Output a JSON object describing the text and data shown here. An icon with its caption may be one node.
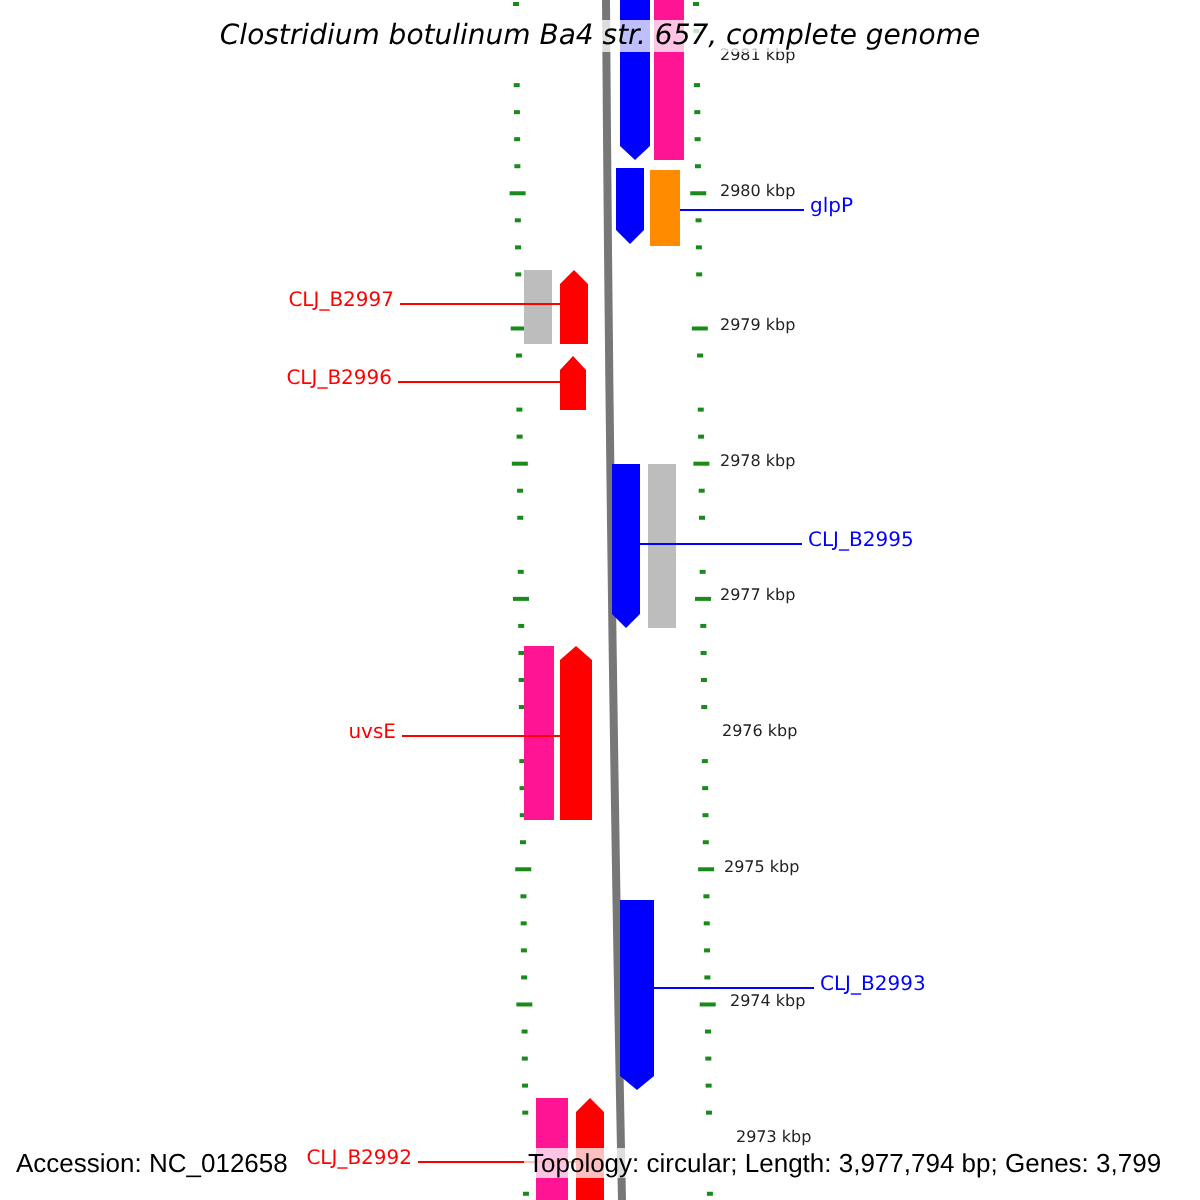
{
  "diagram": {
    "title": "Clostridium botulinum Ba4 str. 657, complete genome",
    "nodes": [
      {
        "text": [],
        "shape": "bar"
      },
      {
        "text": [],
        "shape": "bar"
      },
      {
        "text": [],
        "shape": "bar"
      },
      {
        "text": [],
        "shape": "bar"
      },
      {
        "text": [],
        "shape": "bar"
      },
      {
        "text": [],
        "shape": "bar"
      },
      {
        "text": [],
        "shape": "bar"
      },
      {
        "text": [],
        "shape": "bar"
      },
      {
        "text": [],
        "shape": "bar"
      },
      {
        "text": [],
        "shape": "bar"
      },
      {
        "text": [],
        "shape": "bar"
      },
      {
        "text": [],
        "shape": "bar"
      },
      {
        "text": [],
        "shape": "bar"
      },
      {
        "text": [],
        "shape": "bar"
      },
      {
        "text": [
          "glpP"
        ]
      },
      {
        "text": [
          "CLJ_B2997"
        ]
      },
      {
        "text": [
          "CLJ_B2996"
        ]
      },
      {
        "text": [
          "CLJ_B2995"
        ]
      },
      {
        "text": [
          "uvsE"
        ]
      },
      {
        "text": [
          "CLJ_B2993"
        ]
      },
      {
        "text": [
          "CLJ_B2992"
        ]
      }
    ],
    "edges": [
      {
        "from": 14,
        "to": 3,
        "arrow": "none",
        "color": "#0000ff"
      },
      {
        "from": 15,
        "to": 5,
        "arrow": "none"
      },
      {
        "from": 16,
        "to": 6,
        "arrow": "none"
      },
      {
        "from": 17,
        "to": 7,
        "arrow": "none",
        "color": "#0000ff"
      },
      {
        "from": 18,
        "to": 10,
        "arrow": "none"
      },
      {
        "from": 19,
        "to": 11,
        "arrow": "none",
        "color": "#0000ff"
      },
      {
        "from": 20,
        "to": 13,
        "arrow": "none"
      }
    ],
    "labels": [
      "2981 kbp",
      "2980 kbp",
      "2979 kbp",
      "2978 kbp",
      "2977 kbp",
      "2976 kbp",
      "2975 kbp",
      "2974 kbp",
      "2973 kbp",
      "Accession: NC_012658",
      "Topology: circular; Length: 3,977,794 bp; Genes: 3,799"
    ]
  }
}
